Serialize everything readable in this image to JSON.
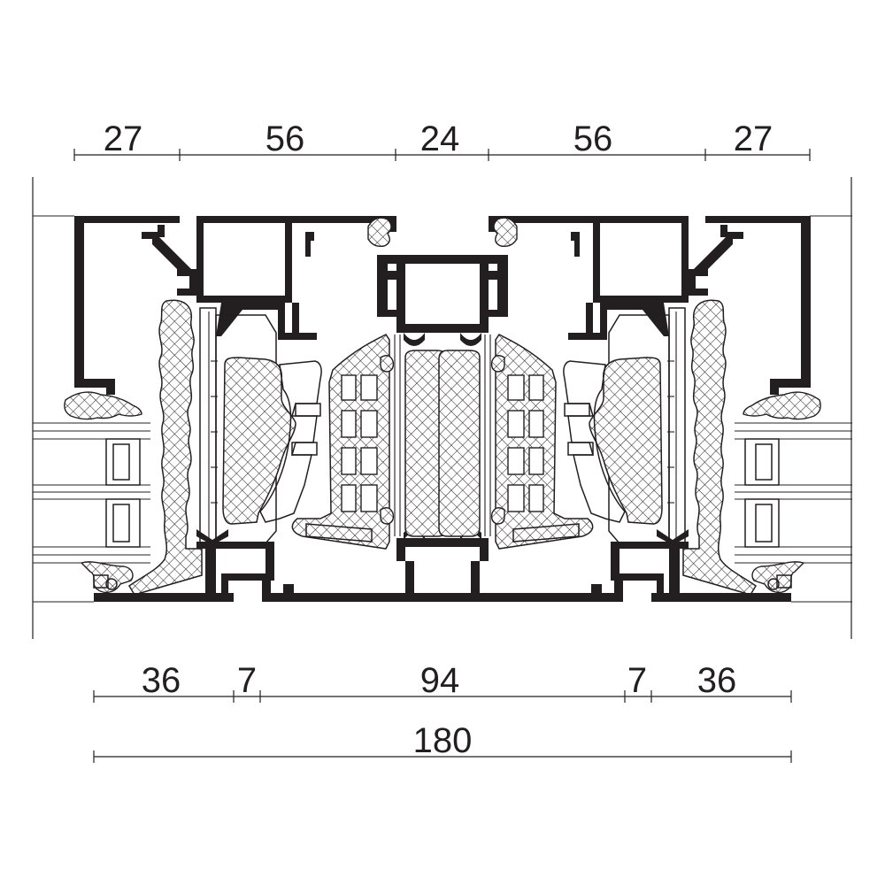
{
  "drawing": {
    "top_dimensions": [
      "27",
      "56",
      "24",
      "56",
      "27"
    ],
    "bottom_dimensions": [
      "36",
      "7",
      "94",
      "7",
      "36"
    ],
    "overall_dimension": "180"
  },
  "colors": {
    "ink": "#231f20",
    "background": "#ffffff"
  }
}
